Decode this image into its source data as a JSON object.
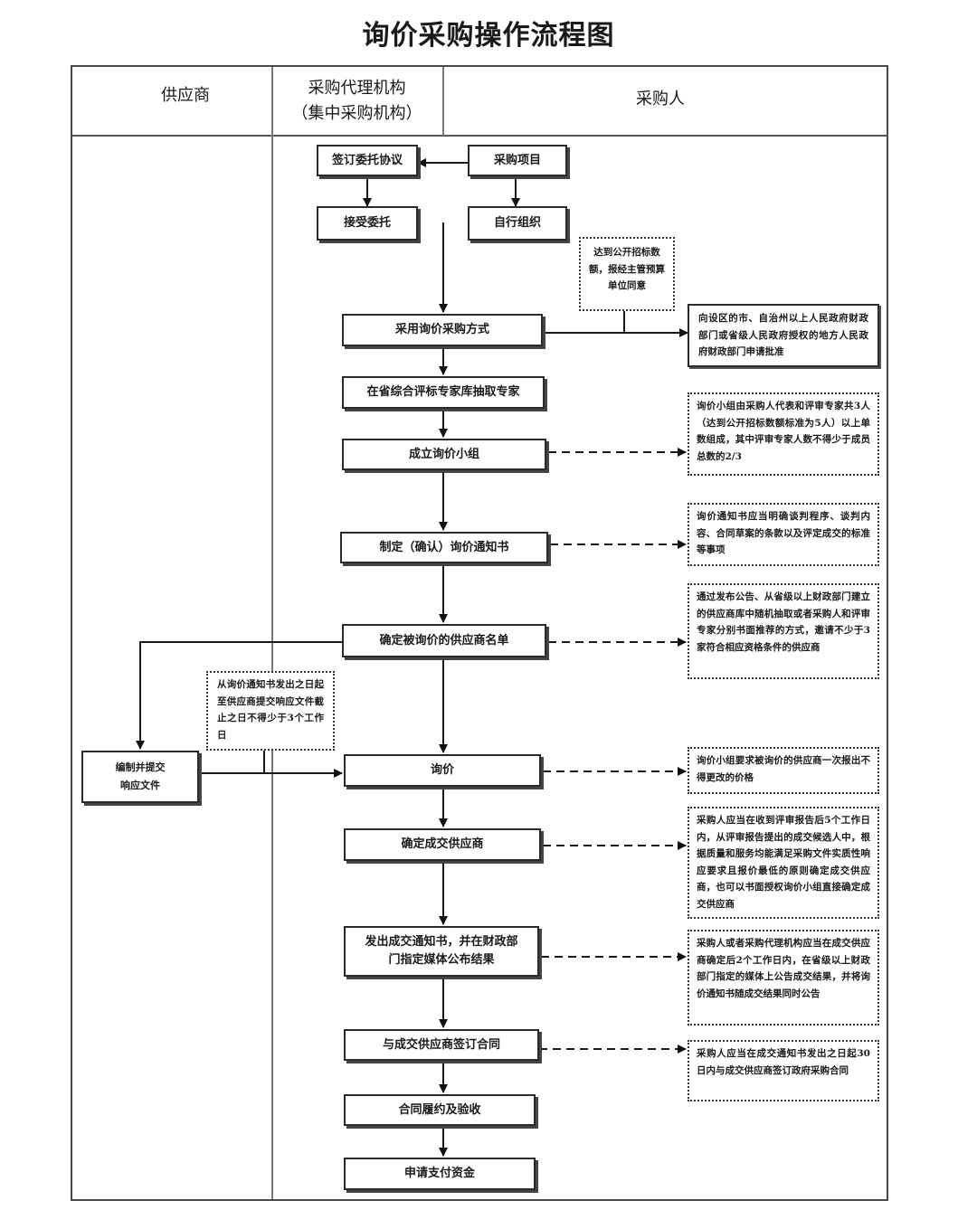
{
  "title": "询价采购操作流程图",
  "lanes": {
    "supplier": "供应商",
    "agency_line1": "采购代理机构",
    "agency_line2": "（集中采购机构）",
    "purchaser": "采购人"
  },
  "boxes": {
    "sign_agreement": "签订委托协议",
    "procurement_project": "采购项目",
    "accept_entrust": "接受委托",
    "self_organize": "自行组织",
    "adopt_inquiry": "采用询价采购方式",
    "draw_experts": "在省综合评标专家库抽取专家",
    "form_group": "成立询价小组",
    "make_notice": "制定（确认）询价通知书",
    "confirm_suppliers": "确定被询价的供应商名单",
    "prepare_response_1": "编制并提交",
    "prepare_response_2": "响应文件",
    "inquiry": "询价",
    "determine_winner": "确定成交供应商",
    "issue_notice_1": "发出成交通知书，并在财政部",
    "issue_notice_2": "门指定媒体公布结果",
    "sign_contract": "与成交供应商签订合同",
    "acceptance": "合同履约及验收",
    "apply_payment": "申请支付资金"
  },
  "notes": {
    "threshold": "达到公开招标数额，报经主管预算单位同意",
    "approval": "向设区的市、自治州以上人民政府财政部门或省级人民政府授权的地方人民政府财政部门申请批准",
    "group_rule": "询价小组由采购人代表和评审专家共3人（达到公开招标数额标准为5人）以上单数组成，其中评审专家人数不得少于成员总数的2/3",
    "notice_rule": "询价通知书应当明确谈判程序、谈判内容、合同草案的条款以及评定成交的标准等事项",
    "supplier_rule": "通过发布公告、从省级以上财政部门建立的供应商库中随机抽取或者采购人和评审专家分别书面推荐的方式，邀请不少于3家符合相应资格条件的供应商",
    "deadline_rule": "从询价通知书发出之日起至供应商提交响应文件截止之日不得少于3个工作日",
    "price_rule": "询价小组要求被询价的供应商一次报出不得更改的价格",
    "winner_rule": "采购人应当在收到评审报告后5个工作日内，从评审报告提出的成交候选人中，根据质量和服务均能满足采购文件实质性响应要求且报价最低的原则确定成交供应商，也可以书面授权询价小组直接确定成交供应商",
    "publish_rule": "采购人或者采购代理机构应当在成交供应商确定后2个工作日内，在省级以上财政部门指定的媒体上公告成交结果，并将询价通知书随成交结果同时公告",
    "contract_rule": "采购人应当在成交通知书发出之日起30日内与成交供应商签订政府采购合同"
  }
}
